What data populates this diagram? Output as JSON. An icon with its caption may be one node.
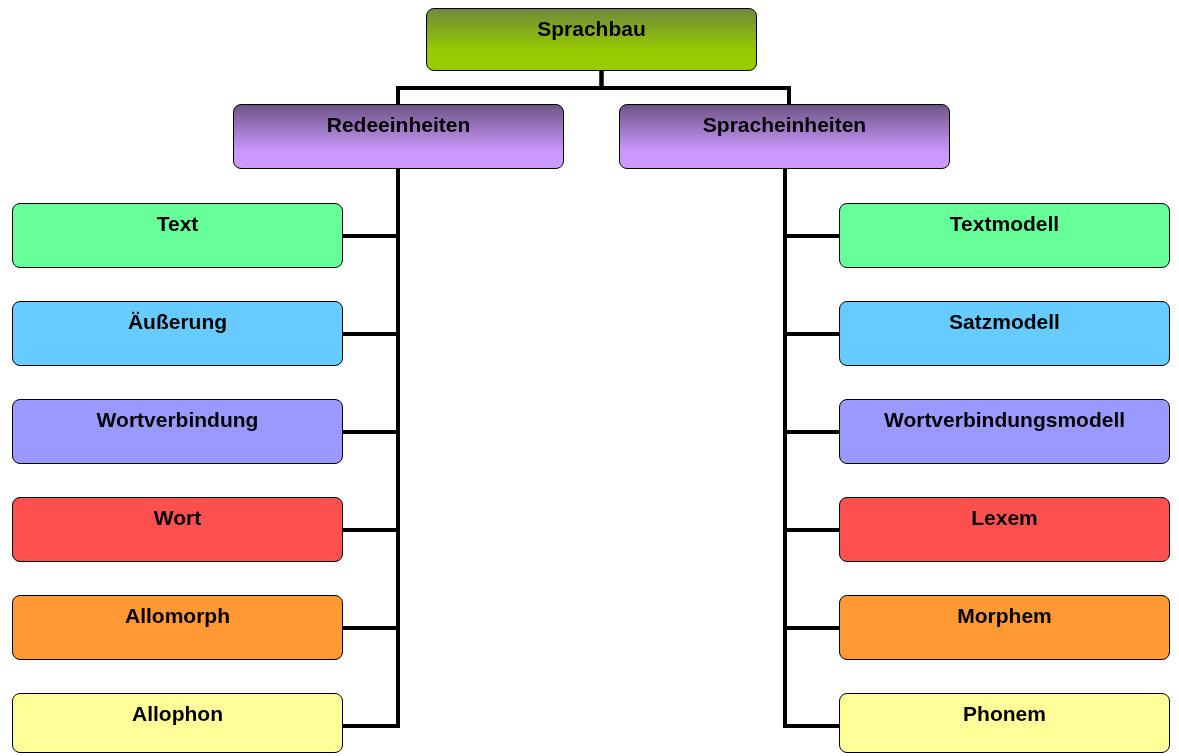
{
  "diagram": {
    "nodes": [
      {
        "text": [
          "Sprachbau"
        ]
      },
      {
        "text": [
          "Redeeinheiten"
        ]
      },
      {
        "text": [
          "Spracheinheiten"
        ]
      },
      {
        "text": [
          "Text"
        ]
      },
      {
        "text": [
          "Textmodell"
        ]
      },
      {
        "text": [
          "Äußerung"
        ]
      },
      {
        "text": [
          "Satzmodell"
        ]
      },
      {
        "text": [
          "Wortverbindung"
        ]
      },
      {
        "text": [
          "Wortverbindungsmodell"
        ]
      },
      {
        "text": [
          "Wort"
        ]
      },
      {
        "text": [
          "Lexem"
        ]
      },
      {
        "text": [
          "Allomorph"
        ]
      },
      {
        "text": [
          "Morphem"
        ]
      },
      {
        "text": [
          "Allophon"
        ]
      },
      {
        "text": [
          "Phonem"
        ]
      }
    ],
    "edges": [
      {
        "from": 0,
        "to": 1,
        "arrow": "none"
      },
      {
        "from": 0,
        "to": 2,
        "arrow": "none"
      },
      {
        "from": 1,
        "to": 3,
        "arrow": "none"
      },
      {
        "from": 1,
        "to": 5,
        "arrow": "none"
      },
      {
        "from": 1,
        "to": 7,
        "arrow": "none"
      },
      {
        "from": 1,
        "to": 9,
        "arrow": "none"
      },
      {
        "from": 1,
        "to": 11,
        "arrow": "none"
      },
      {
        "from": 1,
        "to": 13,
        "arrow": "none"
      },
      {
        "from": 2,
        "to": 4,
        "arrow": "none"
      },
      {
        "from": 2,
        "to": 6,
        "arrow": "none"
      },
      {
        "from": 2,
        "to": 8,
        "arrow": "none"
      },
      {
        "from": 2,
        "to": 10,
        "arrow": "none"
      },
      {
        "from": 2,
        "to": 12,
        "arrow": "none"
      },
      {
        "from": 2,
        "to": 14,
        "arrow": "none"
      }
    ]
  }
}
